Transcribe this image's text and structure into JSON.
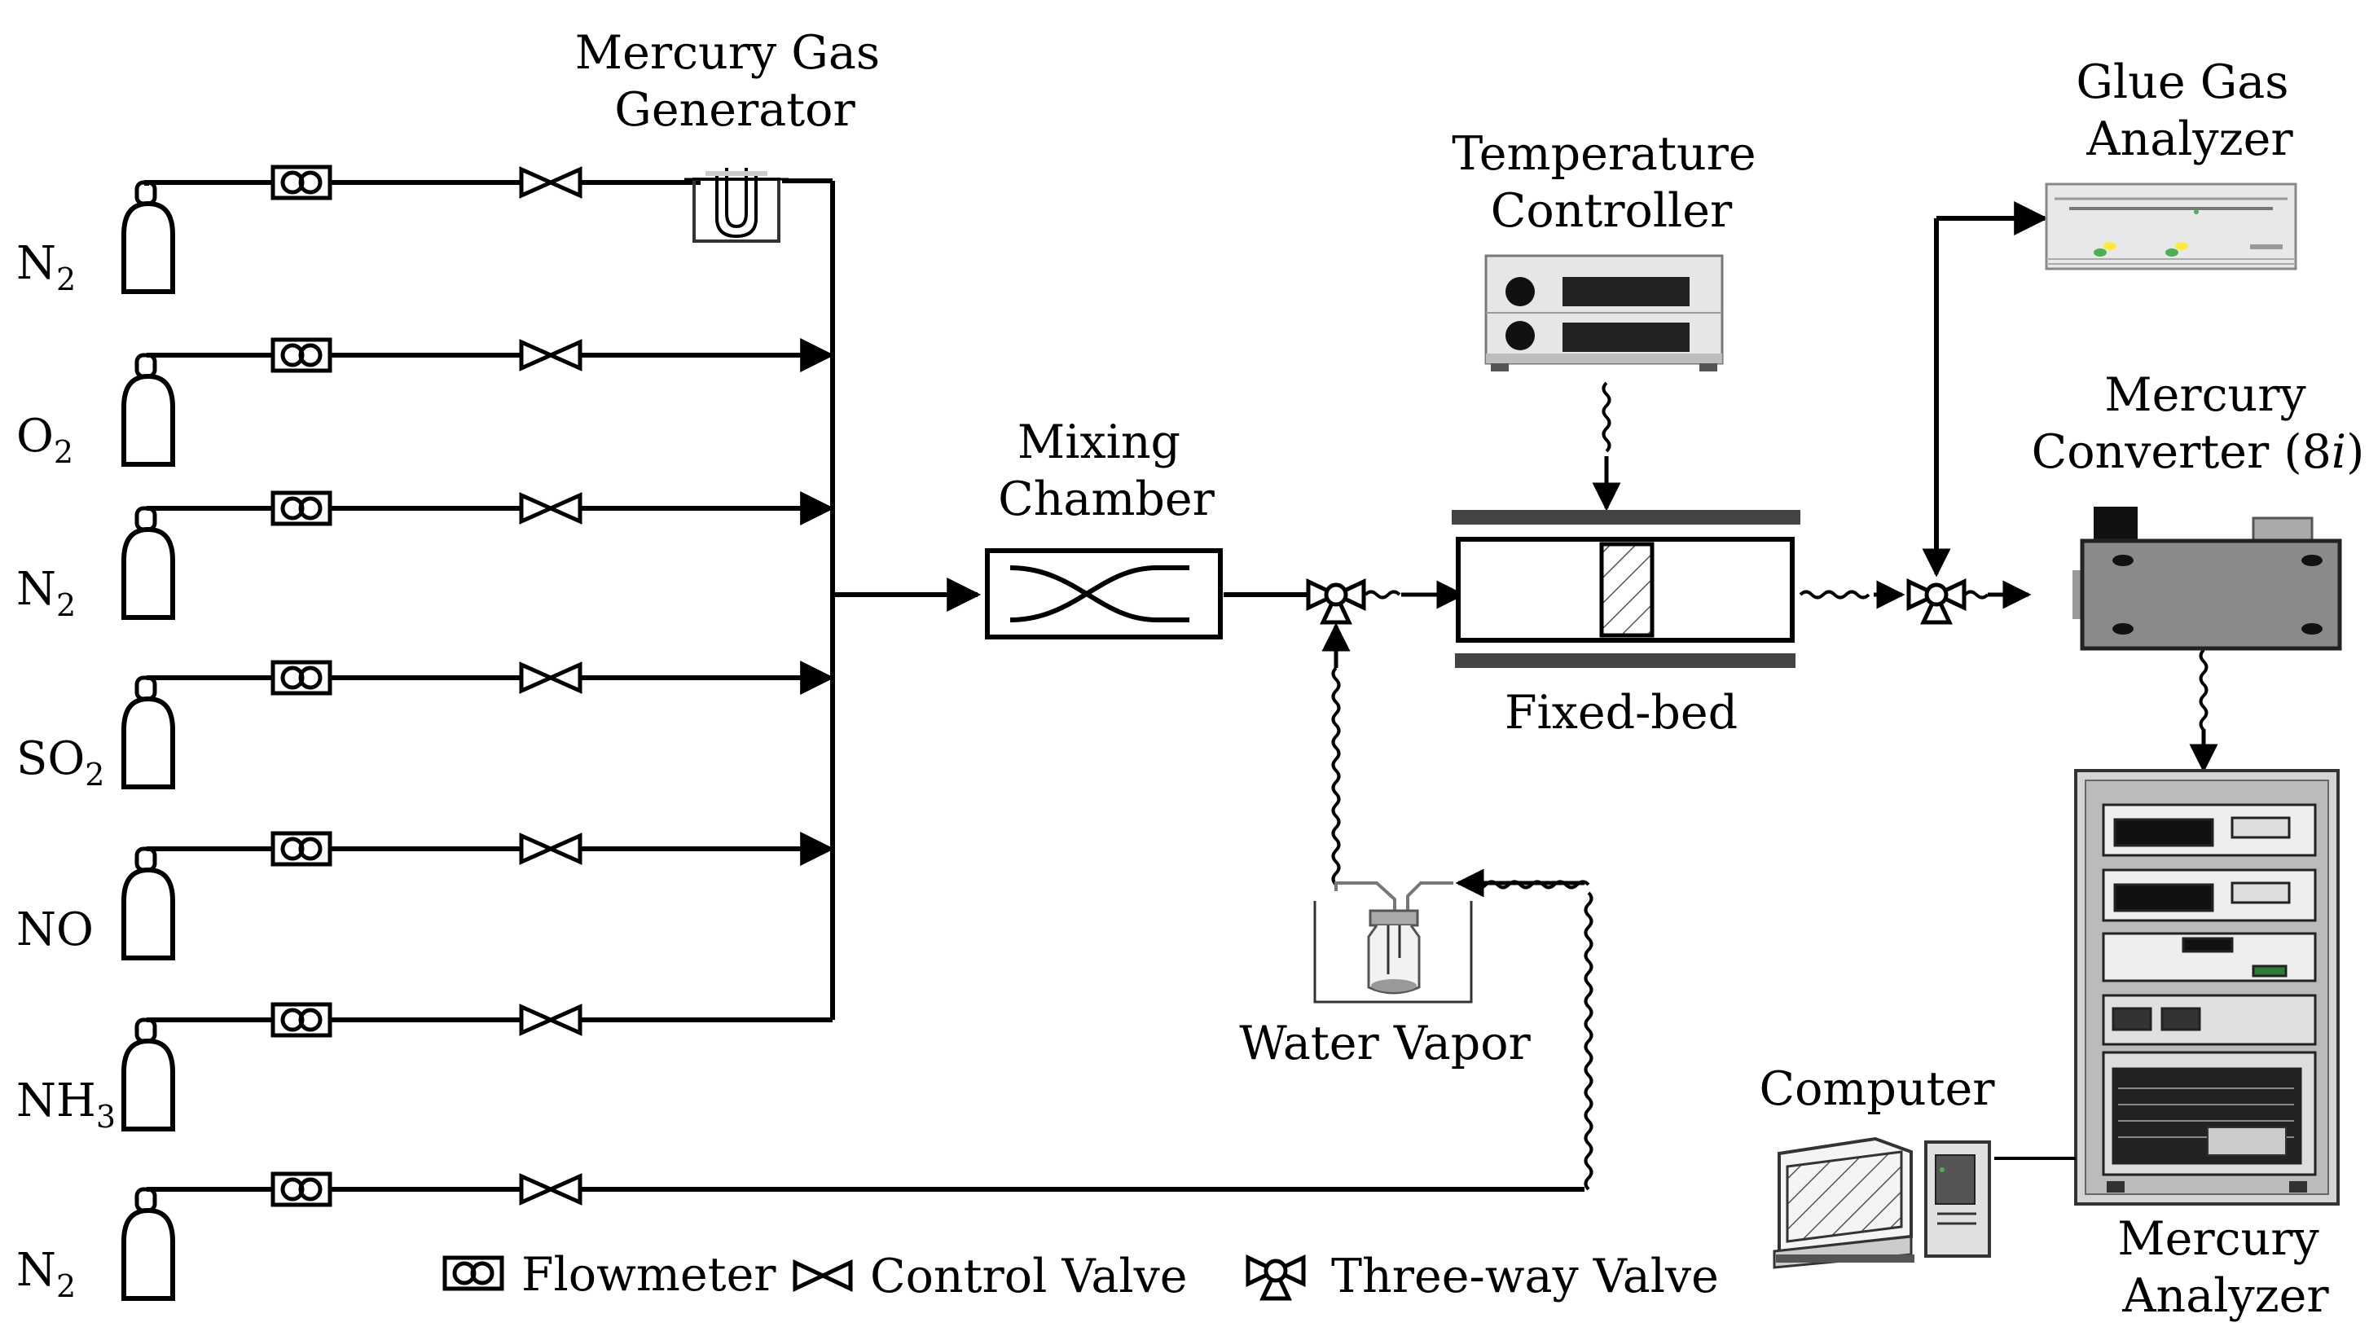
{
  "gases": [
    {
      "base": "N",
      "sub": "2"
    },
    {
      "base": "O",
      "sub": "2"
    },
    {
      "base": "N",
      "sub": "2"
    },
    {
      "base": "SO",
      "sub": "2"
    },
    {
      "base": "NO",
      "sub": ""
    },
    {
      "base": "NH",
      "sub": "3"
    },
    {
      "base": "N",
      "sub": "2"
    }
  ],
  "labels": {
    "mercury_gas_generator": [
      "Mercury Gas",
      "Generator"
    ],
    "mixing_chamber": [
      "Mixing",
      "Chamber"
    ],
    "temperature_controller": [
      "Temperature",
      "Controller"
    ],
    "fixed_bed": "Fixed-bed",
    "water_vapor": "Water Vapor",
    "glue_gas_analyzer": [
      "Glue Gas",
      "Analyzer"
    ],
    "mercury_converter_line1": "Mercury",
    "mercury_converter_prefix": "Converter (8",
    "mercury_converter_italic": "i",
    "mercury_converter_suffix": ")",
    "computer": "Computer",
    "mercury_analyzer": [
      "Mercury",
      "Analyzer"
    ]
  },
  "legend": {
    "flowmeter": "Flowmeter",
    "control_valve": "Control Valve",
    "three_way_valve": "Three-way Valve"
  }
}
